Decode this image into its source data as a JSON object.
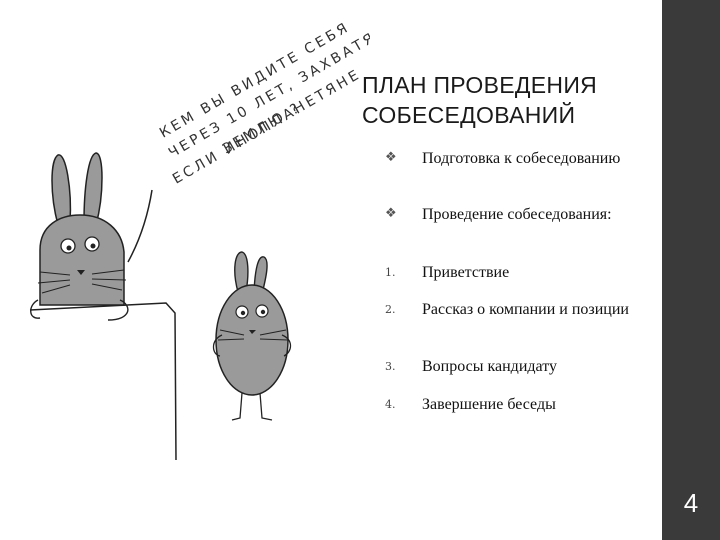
{
  "slide": {
    "title_line1": "ПЛАН ПРОВЕДЕНИЯ",
    "title_line2": "СОБЕСЕДОВАНИЙ",
    "page_number": "4"
  },
  "items": [
    {
      "marker": "❖",
      "text": "Подготовка к собеседованию"
    },
    {
      "marker": "❖",
      "text": "Проведение собеседования:"
    },
    {
      "marker": "1.",
      "text": "Приветствие"
    },
    {
      "marker": "2.",
      "text": "Рассказ о компании и позиции"
    },
    {
      "marker": "3.",
      "text": "Вопросы кандидату"
    },
    {
      "marker": "4.",
      "text": "Завершение беседы"
    }
  ],
  "illustration": {
    "speech_lines": [
      "КЕМ ВЫ ВИДИТЕ СЕБЯ",
      "ЧЕРЕЗ 10 ЛЕТ, ЗАХВАТЯ",
      "ЗЕМЛЮ ?",
      "ЕСЛИ ИНОПЛАНЕТЯНЕ"
    ]
  }
}
